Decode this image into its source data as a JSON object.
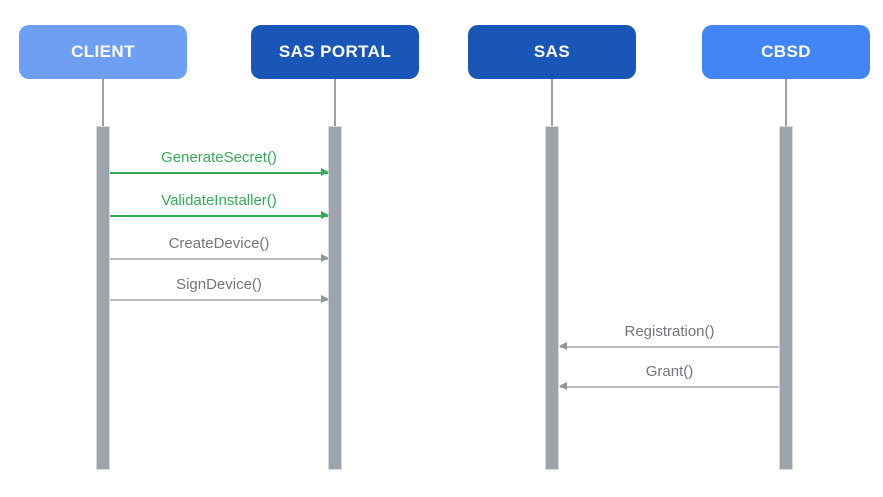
{
  "diagram": {
    "actors": [
      {
        "label": "CLIENT",
        "tone": "light-blue"
      },
      {
        "label": "SAS PORTAL",
        "tone": "dark-blue"
      },
      {
        "label": "SAS",
        "tone": "dark-blue"
      },
      {
        "label": "CBSD",
        "tone": "medium-blue"
      }
    ],
    "messages": [
      {
        "label": "GenerateSecret()",
        "from": "CLIENT",
        "to": "SAS PORTAL",
        "color": "green",
        "direction": "right"
      },
      {
        "label": "ValidateInstaller()",
        "from": "CLIENT",
        "to": "SAS PORTAL",
        "color": "green",
        "direction": "right"
      },
      {
        "label": "CreateDevice()",
        "from": "CLIENT",
        "to": "SAS PORTAL",
        "color": "gray",
        "direction": "right"
      },
      {
        "label": "SignDevice()",
        "from": "CLIENT",
        "to": "SAS PORTAL",
        "color": "gray",
        "direction": "right"
      },
      {
        "label": "Registration()",
        "from": "CBSD",
        "to": "SAS",
        "color": "gray",
        "direction": "left"
      },
      {
        "label": "Grant()",
        "from": "CBSD",
        "to": "SAS",
        "color": "gray",
        "direction": "left"
      }
    ]
  },
  "colors": {
    "actor-light": "#6f9ff2",
    "actor-medium": "#4285f4",
    "actor-dark": "#1a56b8",
    "green": "#34ab57",
    "gray-line": "#b9bdc1",
    "gray-head": "#8e9499",
    "gray-text": "#73777b",
    "lifeline": "#9aa0a6",
    "activation": "#9ea4ab"
  }
}
